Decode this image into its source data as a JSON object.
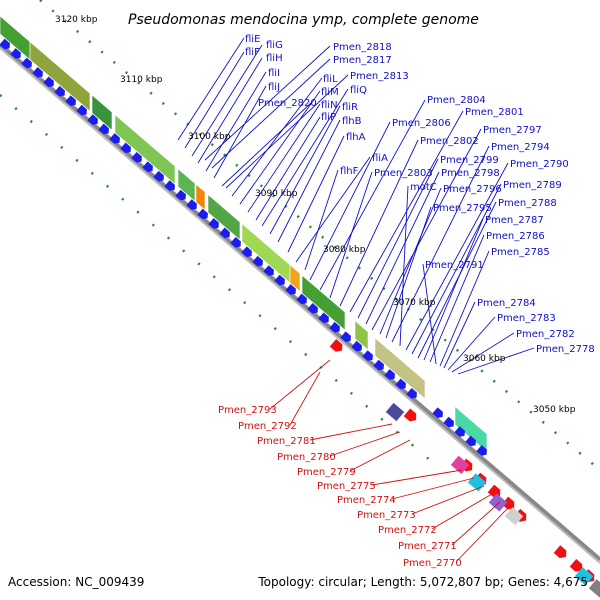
{
  "title": "Pseudomonas mendocina ymp, complete genome",
  "footer": {
    "accession": "Accession: NC_009439",
    "topology": "Topology: circular; Length: 5,072,807 bp; Genes: 4,675"
  },
  "colors": {
    "label_blue": "#1010c8",
    "label_red": "#d01010",
    "arrow_blue": "#1c1cf0",
    "arrow_red": "#f01010",
    "backbone": "#888888",
    "tick": "#2a8a2a"
  },
  "kbp_ticks": [
    "3120 kbp",
    "3110 kbp",
    "3100 kbp",
    "3090 kbp",
    "3080 kbp",
    "3070 kbp",
    "3060 kbp",
    "3050 kbp"
  ],
  "blue_labels": [
    "fliE",
    "fliF",
    "fliG",
    "fliH",
    "fliI",
    "fliJ",
    "Pmen_2820",
    "fliL",
    "fliM",
    "fliN",
    "fliP",
    "fliQ",
    "fliR",
    "flhB",
    "Pmen_2818",
    "Pmen_2817",
    "Pmen_2813",
    "flhA",
    "fliA",
    "flhF",
    "Pmen_2806",
    "Pmen_2804",
    "Pmen_2803",
    "Pmen_2802",
    "Pmen_2801",
    "Pmen_2799",
    "Pmen_2798",
    "Pmen_2797",
    "Pmen_2796",
    "Pmen_2795",
    "Pmen_2794",
    "motC",
    "Pmen_2790",
    "Pmen_2789",
    "Pmen_2788",
    "Pmen_2787",
    "Pmen_2786",
    "Pmen_2791",
    "Pmen_2785",
    "Pmen_2784",
    "Pmen_2783",
    "Pmen_2782",
    "Pmen_2778"
  ],
  "red_labels": [
    "Pmen_2793",
    "Pmen_2792",
    "Pmen_2781",
    "Pmen_2780",
    "Pmen_2779",
    "Pmen_2775",
    "Pmen_2774",
    "Pmen_2773",
    "Pmen_2772",
    "Pmen_2771",
    "Pmen_2770"
  ]
}
